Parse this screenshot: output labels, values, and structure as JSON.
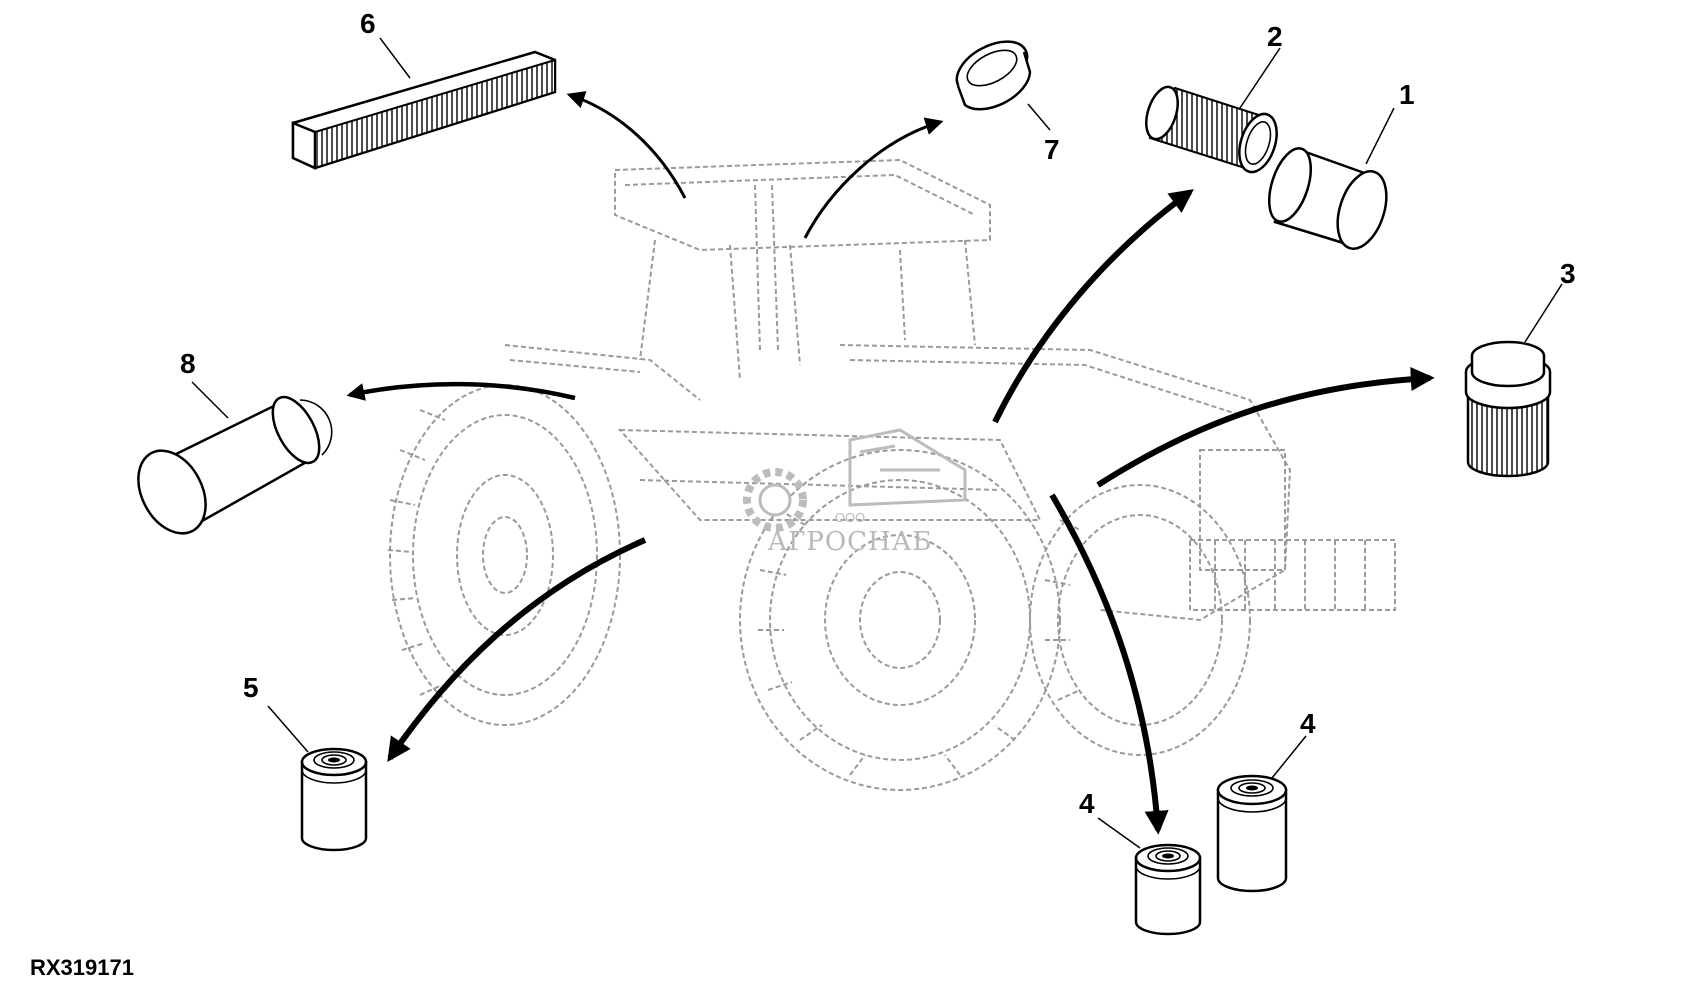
{
  "figure": {
    "reference_code": "RX319171"
  },
  "callouts": [
    {
      "id": "c1",
      "label": "1"
    },
    {
      "id": "c2",
      "label": "2"
    },
    {
      "id": "c3",
      "label": "3"
    },
    {
      "id": "c4a",
      "label": "4"
    },
    {
      "id": "c4b",
      "label": "4"
    },
    {
      "id": "c5",
      "label": "5"
    },
    {
      "id": "c6",
      "label": "6"
    },
    {
      "id": "c7",
      "label": "7"
    },
    {
      "id": "c8",
      "label": "8"
    }
  ],
  "watermark": {
    "brand": "АГРОСНАБ",
    "prefix": "ООО"
  },
  "icons": [
    "tractor-outline-icon",
    "gear-logo-icon",
    "filter-cartridge-icon",
    "cabin-air-filter-icon",
    "seal-ring-icon",
    "arrow-icon"
  ]
}
